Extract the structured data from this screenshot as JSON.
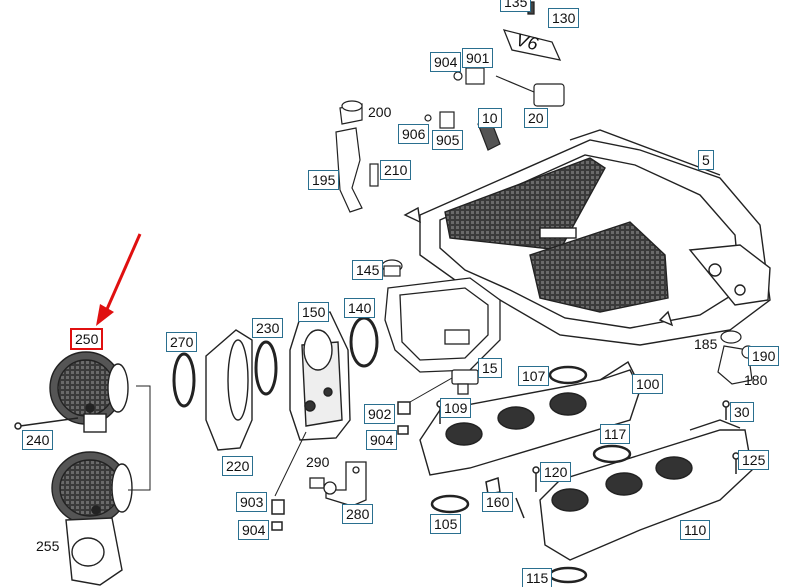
{
  "diagram": {
    "labels": [
      {
        "id": "135",
        "text": "135"
      },
      {
        "id": "130",
        "text": "130"
      },
      {
        "id": "904a",
        "text": "904"
      },
      {
        "id": "901",
        "text": "901"
      },
      {
        "id": "20",
        "text": "20"
      },
      {
        "id": "200",
        "text": "200"
      },
      {
        "id": "906",
        "text": "906"
      },
      {
        "id": "10",
        "text": "10"
      },
      {
        "id": "905",
        "text": "905"
      },
      {
        "id": "195",
        "text": "195"
      },
      {
        "id": "210",
        "text": "210"
      },
      {
        "id": "5",
        "text": "5"
      },
      {
        "id": "145",
        "text": "145"
      },
      {
        "id": "150",
        "text": "150"
      },
      {
        "id": "140",
        "text": "140"
      },
      {
        "id": "270",
        "text": "270"
      },
      {
        "id": "230",
        "text": "230"
      },
      {
        "id": "250",
        "text": "250"
      },
      {
        "id": "185",
        "text": "185"
      },
      {
        "id": "190",
        "text": "190"
      },
      {
        "id": "180",
        "text": "180"
      },
      {
        "id": "15",
        "text": "15"
      },
      {
        "id": "107",
        "text": "107"
      },
      {
        "id": "100",
        "text": "100"
      },
      {
        "id": "902",
        "text": "902"
      },
      {
        "id": "109",
        "text": "109"
      },
      {
        "id": "30",
        "text": "30"
      },
      {
        "id": "904b",
        "text": "904"
      },
      {
        "id": "240",
        "text": "240"
      },
      {
        "id": "220",
        "text": "220"
      },
      {
        "id": "117",
        "text": "117"
      },
      {
        "id": "290",
        "text": "290"
      },
      {
        "id": "120",
        "text": "120"
      },
      {
        "id": "125",
        "text": "125"
      },
      {
        "id": "903",
        "text": "903"
      },
      {
        "id": "160",
        "text": "160"
      },
      {
        "id": "280",
        "text": "280"
      },
      {
        "id": "904c",
        "text": "904"
      },
      {
        "id": "105",
        "text": "105"
      },
      {
        "id": "110",
        "text": "110"
      },
      {
        "id": "255",
        "text": "255"
      },
      {
        "id": "115",
        "text": "115"
      }
    ],
    "cover_text": "V6",
    "highlight_color": "#e01010",
    "label_border_color": "#2a6f8f"
  }
}
